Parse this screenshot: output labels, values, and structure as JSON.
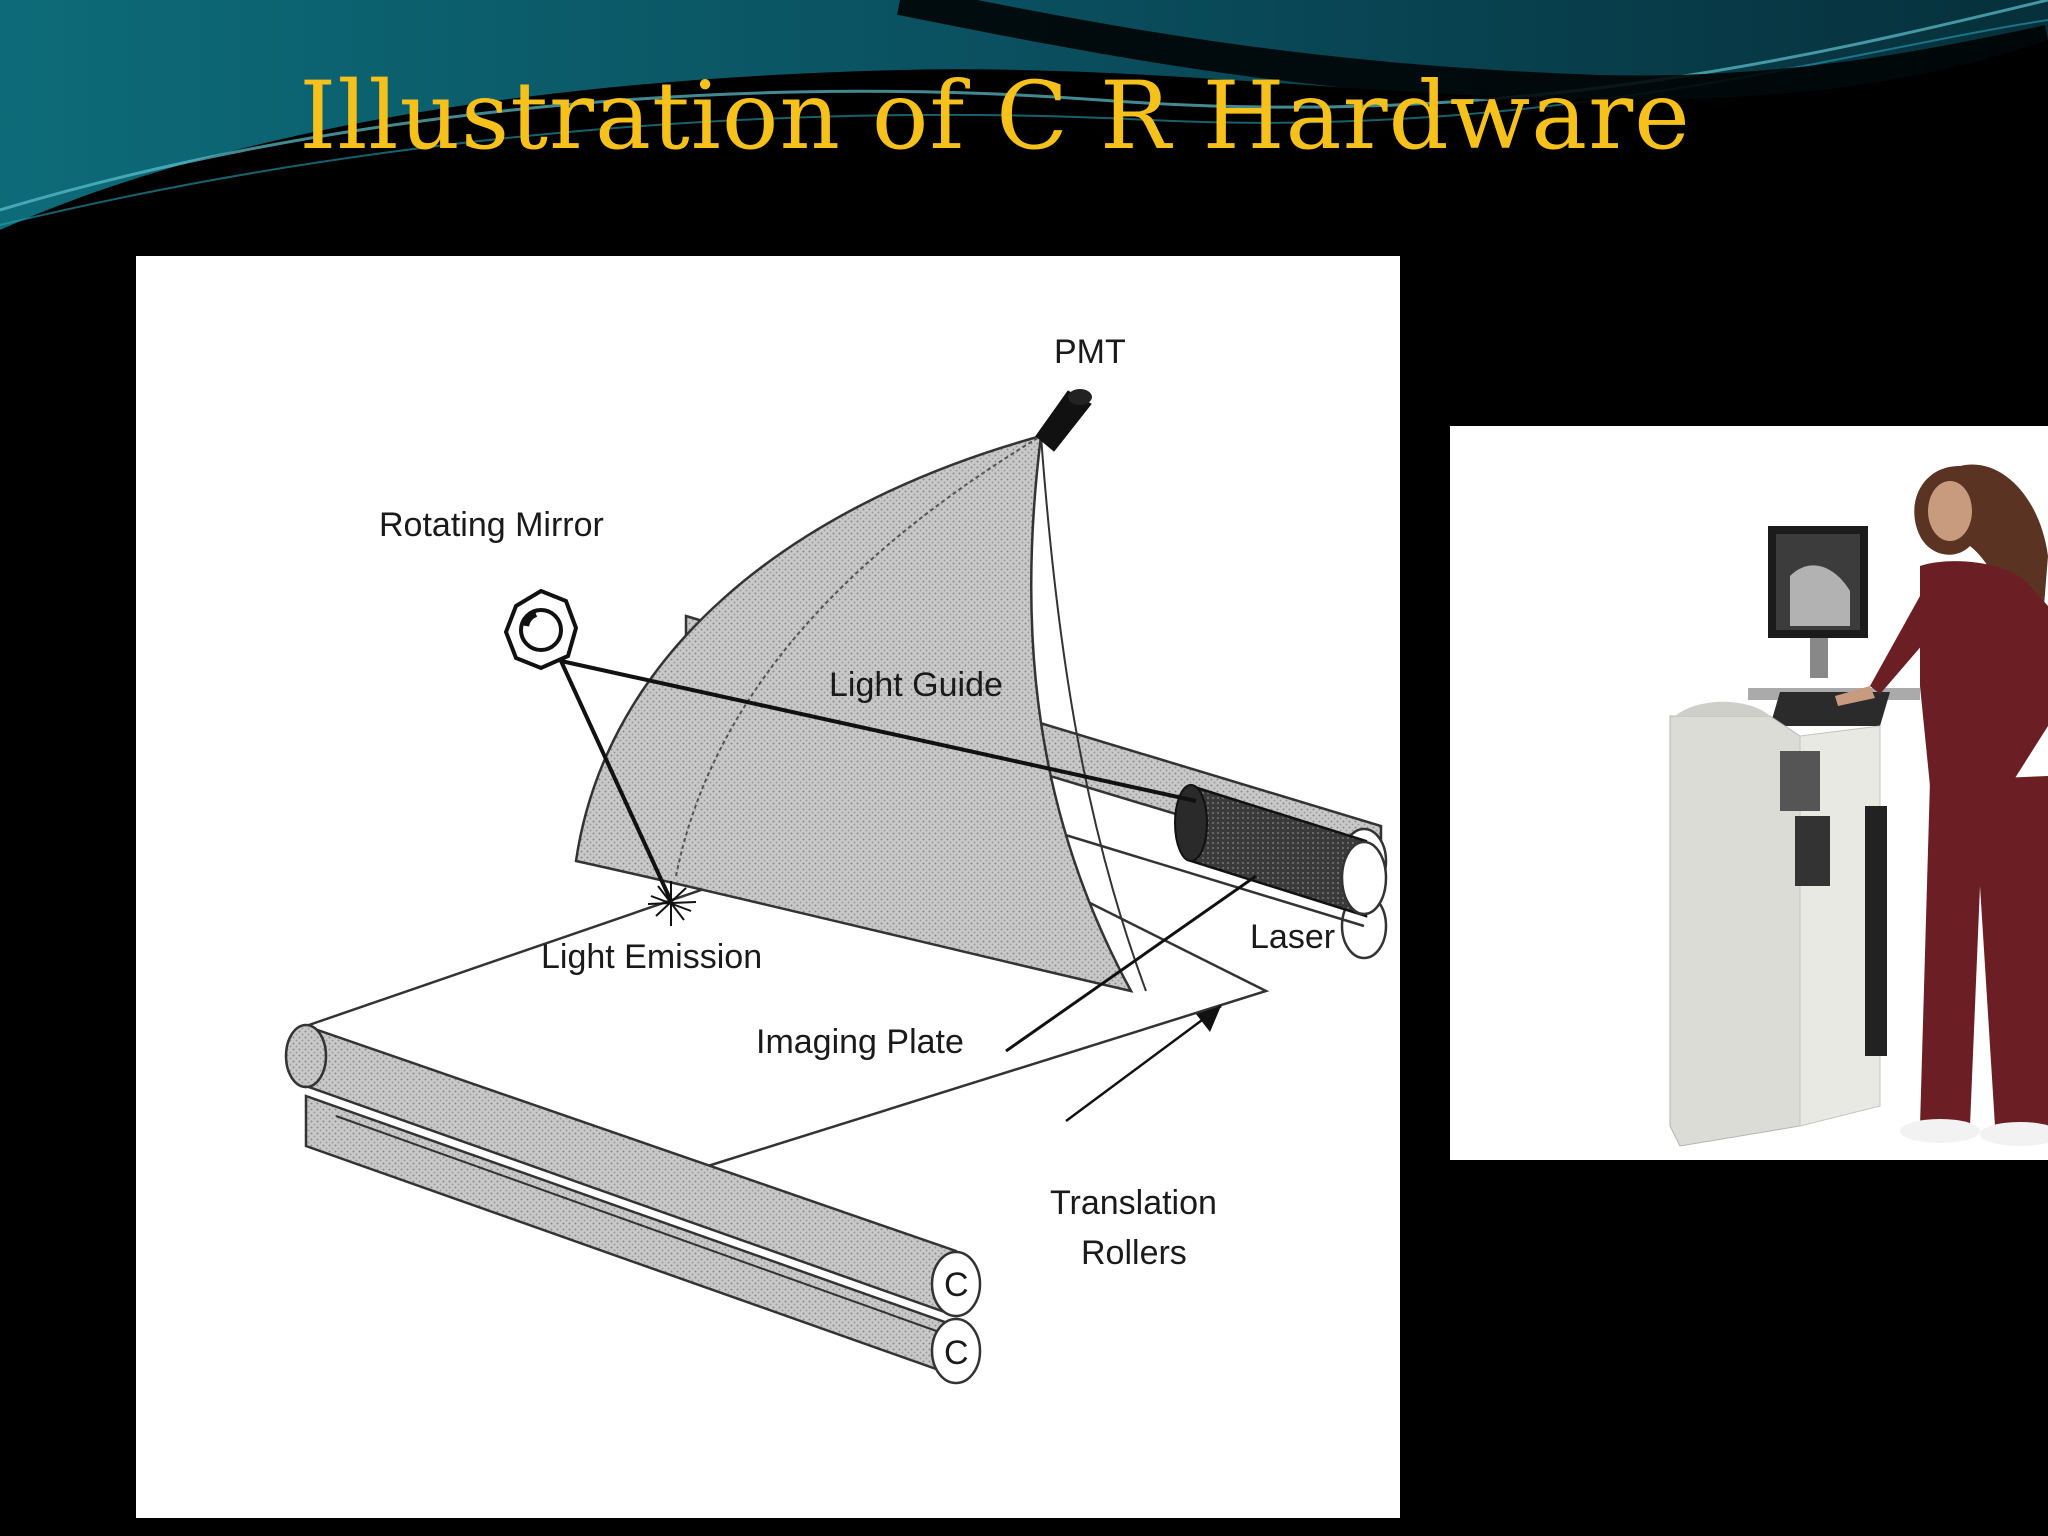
{
  "slide": {
    "title": "Illustration of C R Hardware"
  },
  "diagram": {
    "labels": {
      "pmt": "PMT",
      "rotating_mirror": "Rotating Mirror",
      "light_guide": "Light Guide",
      "laser": "Laser",
      "light_emission": "Light Emission",
      "imaging_plate": "Imaging Plate",
      "translation_line1": "Translation",
      "translation_line2": "Rollers",
      "roller_mark_top": "C",
      "roller_mark_bottom": "C"
    }
  },
  "colors": {
    "title": "#f5c11a",
    "background": "#000000",
    "header_wave": "#0b5565",
    "scrubs": "#6b1f24"
  }
}
